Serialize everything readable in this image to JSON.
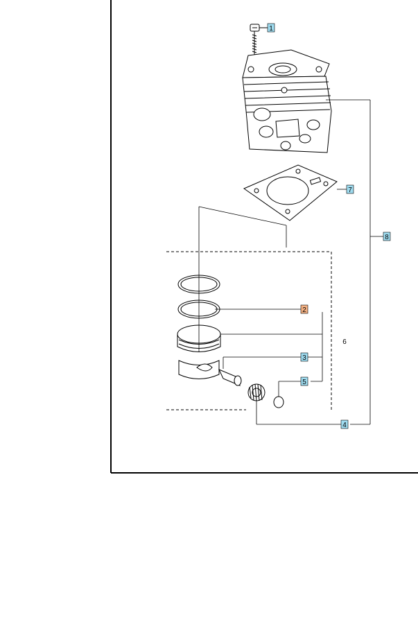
{
  "diagram": {
    "callouts": [
      {
        "id": "c1",
        "label": "1",
        "color": "#9fdcf0"
      },
      {
        "id": "c2",
        "label": "2",
        "color": "#f4b183"
      },
      {
        "id": "c3",
        "label": "3",
        "color": "#9fdcf0"
      },
      {
        "id": "c4",
        "label": "4",
        "color": "#9fdcf0"
      },
      {
        "id": "c5",
        "label": "5",
        "color": "#9fdcf0"
      },
      {
        "id": "c6",
        "label": "6",
        "color": "#ffffff"
      },
      {
        "id": "c7",
        "label": "7",
        "color": "#9fdcf0"
      },
      {
        "id": "c8",
        "label": "8",
        "color": "#9fdcf0"
      }
    ],
    "parts": [
      "screw",
      "cylinder",
      "gasket",
      "piston-ring-upper",
      "piston-ring-lower",
      "piston",
      "piston-pin",
      "needle-bearing",
      "circlip"
    ]
  }
}
